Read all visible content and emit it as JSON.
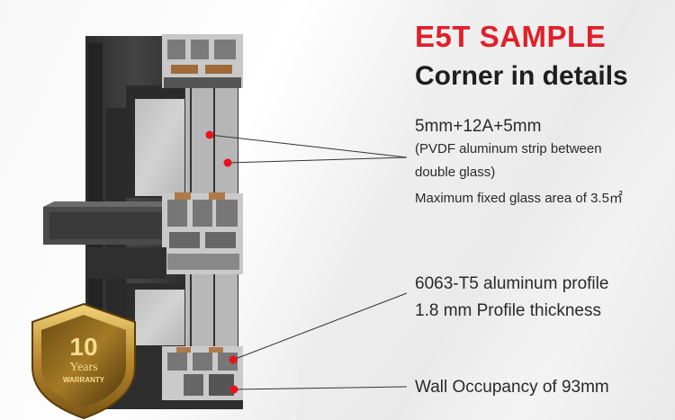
{
  "header": {
    "title": "E5T SAMPLE",
    "subtitle": "Corner in details"
  },
  "specs": {
    "glass_size": "5mm+12A+5mm",
    "glass_note_line1": "(PVDF aluminum strip between",
    "glass_note_line2": "double glass)",
    "glass_area": "Maximum fixed glass area of 3.5㎡",
    "profile_alloy": "6063-T5 aluminum profile",
    "profile_thickness": "1.8 mm Profile thickness",
    "wall_occupancy": "Wall Occupancy of 93mm"
  },
  "badge": {
    "number": "10",
    "years": "Years",
    "warranty": "WARRANTY"
  },
  "colors": {
    "accent_red": "#e0202a",
    "frame_dark": "#3b3b3b",
    "marker_red": "#e8121d",
    "badge_gold": "#c9a33a"
  }
}
